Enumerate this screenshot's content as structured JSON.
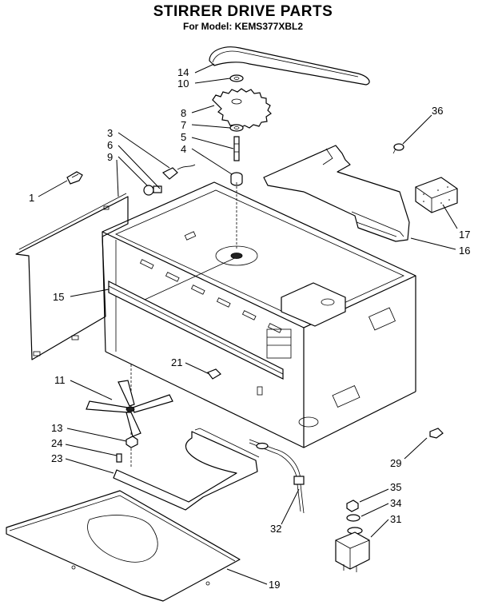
{
  "header": {
    "title": "STIRRER DRIVE PARTS",
    "subtitle": "For Model: KEMS377XBL2"
  },
  "callouts": [
    {
      "id": "p14",
      "label": "14"
    },
    {
      "id": "p10",
      "label": "10"
    },
    {
      "id": "p8",
      "label": "8"
    },
    {
      "id": "p7",
      "label": "7"
    },
    {
      "id": "p5",
      "label": "5"
    },
    {
      "id": "p4",
      "label": "4"
    },
    {
      "id": "p3",
      "label": "3"
    },
    {
      "id": "p6",
      "label": "6"
    },
    {
      "id": "p9",
      "label": "9"
    },
    {
      "id": "p1",
      "label": "1"
    },
    {
      "id": "p36",
      "label": "36"
    },
    {
      "id": "p17",
      "label": "17"
    },
    {
      "id": "p16",
      "label": "16"
    },
    {
      "id": "p15",
      "label": "15"
    },
    {
      "id": "p21",
      "label": "21"
    },
    {
      "id": "p11",
      "label": "11"
    },
    {
      "id": "p13",
      "label": "13"
    },
    {
      "id": "p24",
      "label": "24"
    },
    {
      "id": "p23",
      "label": "23"
    },
    {
      "id": "p29",
      "label": "29"
    },
    {
      "id": "p35",
      "label": "35"
    },
    {
      "id": "p34",
      "label": "34"
    },
    {
      "id": "p31",
      "label": "31"
    },
    {
      "id": "p32",
      "label": "32"
    },
    {
      "id": "p19",
      "label": "19"
    }
  ]
}
